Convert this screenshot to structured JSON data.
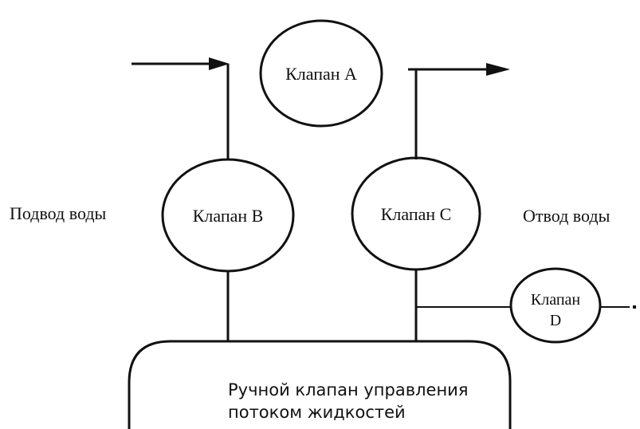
{
  "valves": {
    "a": "Клапан A",
    "b": "Клапан B",
    "c": "Клапан C",
    "d_line1": "Клапан",
    "d_line2": "D"
  },
  "labels": {
    "water_supply": "Подвод воды",
    "water_outlet": "Отвод воды"
  },
  "tank": {
    "line1": "Ручной клапан управления",
    "line2": "потоком жидкостей"
  }
}
